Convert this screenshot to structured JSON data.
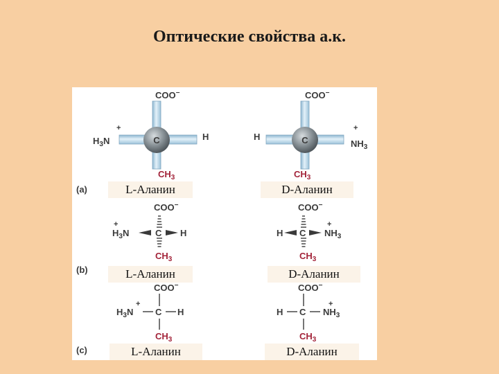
{
  "title": "Оптические свойства а.к.",
  "panel_labels": {
    "a": "(a)",
    "b": "(b)",
    "c": "(c)"
  },
  "groups": {
    "coo": "COO",
    "coo_charge": "−",
    "h": "H",
    "n_left_main": "H",
    "n_sub": "3",
    "n_left_end": "N",
    "nh": "NH",
    "ch": "CH",
    "ch_sub": "3",
    "plus": "+",
    "carbon": "C"
  },
  "names": {
    "a_left": "L-Аланин",
    "a_right": "D-Аланин",
    "b_left": "L-Аланин",
    "b_right": "D-Аланин",
    "c_left": "L-Аланин",
    "c_right": "D-Аланин"
  },
  "colors": {
    "background": "#f8cfa2",
    "panel": "#ffffff",
    "bond_light_blue": "#bcd9ea",
    "atom_gray": "#7d868c",
    "methyl_red": "#a3243a",
    "text": "#3a3a3a"
  }
}
